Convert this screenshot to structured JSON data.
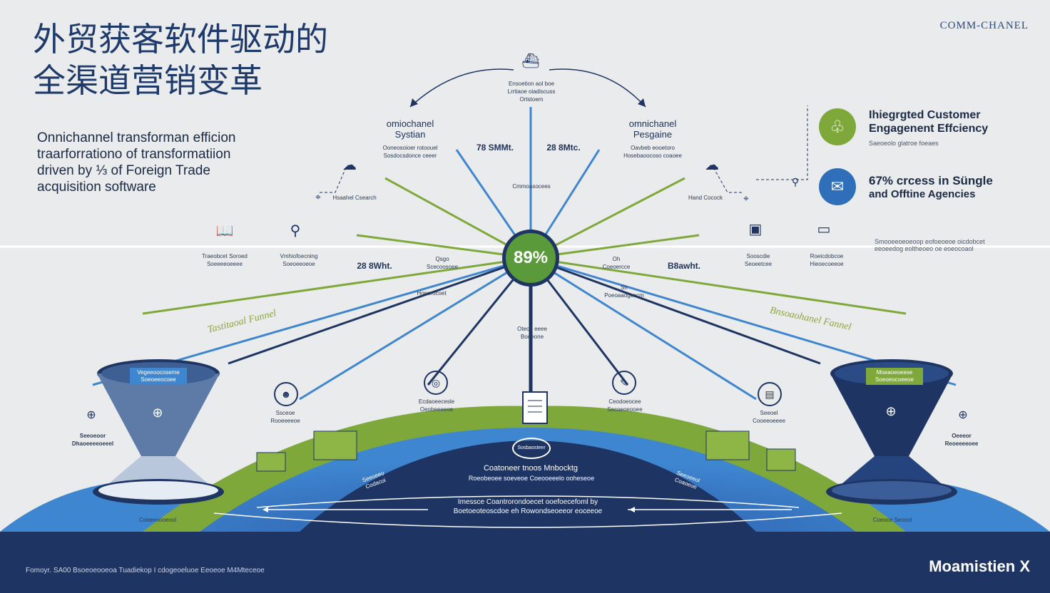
{
  "header": {
    "title_line1": "外贸获客软件驱动的",
    "title_line2": "全渠道营销变革",
    "brand_top": "COMM-CHANEL"
  },
  "subtitle": {
    "line1": "Onnichannel transforman efficion",
    "line2": "traarforrationo of transformatiion",
    "line3": "driven by ⅓ of Foreign Trade",
    "line4": "acquisition software"
  },
  "center": {
    "hub_value": "89%",
    "top_icon_text": [
      "Ensoetion aol boe",
      "Lrrtiaoe oiadiscuss",
      "Ortstoem"
    ],
    "left_system_title": "omiochanel",
    "left_system_sub": "Systian",
    "left_system_desc": [
      "Ooneosoioer rotoouel",
      "Sosdocsdonce ceeer"
    ],
    "right_system_title": "omnichanel",
    "right_system_sub": "Pesgaine",
    "right_system_desc": [
      "Oavbeb eooetoro",
      "Hosebaoocoso coaoee"
    ],
    "stat_left": "78 SMMt.",
    "stat_right": "28 8Mtc.",
    "mid_label_top": "Cmmoasocees",
    "stat_left2": "28 8Wht.",
    "stat_left2_sub": [
      "Qsgo",
      "Scecoosoee"
    ],
    "stat_right2": "B8awht.",
    "stat_right2_sub": [
      "Oh",
      "Coeoercce"
    ],
    "left_mid_label": "Hoeorocoet",
    "right_mid_label": [
      "Sh",
      "Poeoaaogcocm"
    ],
    "below_hub_label": [
      "Oteon eeee",
      "Booeone"
    ],
    "left_node": "Hsaahel Csearch",
    "right_node": "Hand Cocock",
    "left_icons": [
      {
        "label": [
          "Traeobcet Soroed",
          "Soeeeeoeeee"
        ]
      },
      {
        "label": [
          "Vmhiofoecning",
          "Soeoeeoeoe"
        ]
      }
    ],
    "right_icons": [
      {
        "label": [
          "Sooscdie",
          "Seoeetcee"
        ]
      },
      {
        "label": [
          "Roeicdobcoe",
          "Hieoecoeeoe"
        ]
      }
    ],
    "lower_left": [
      "Ssceoe",
      "Rooeeeeoe"
    ],
    "lower_center_left": [
      "Ecdaoeecesle",
      "Oeobeeeeoe"
    ],
    "lower_center_right": [
      "Ceodoeocee",
      "Secoeoeooee"
    ],
    "lower_right": [
      "Seeoel",
      "Cooeeoeeee"
    ],
    "left_diag": "Tastitaoal Funnel",
    "right_diag": "Bnsoaohanel Fannel",
    "left_funnel_header": [
      "Vegeeoocoseme",
      "Soeoeeocoee"
    ],
    "right_funnel_header": [
      "Moeaoeoeese",
      "Soeoeocoeeoe"
    ],
    "left_funnel_side": [
      "Seeoeoor",
      "Dhaoeeeeoeeel"
    ],
    "right_funnel_side": [
      "Oeeeor",
      "Reoeeeeoee"
    ],
    "left_funnel_base": "Coeeeoooeool",
    "right_funnel_base": "Coeoce Seoool",
    "dome_badge": "Sosbaosteer",
    "dome_title": "Coatoneer tnoos Mnbocktg",
    "dome_sub": "Roeobeoee soeveoe Coeooeeelo ooheseoe",
    "dome_left_tag": [
      "Seeoeeo",
      "Codacoi"
    ],
    "dome_right_tag": [
      "Seeoeeol",
      "Coaoeoe"
    ],
    "dome_bottom_line1": "Imessce Coantrorondoecet ooefoecefoml by",
    "dome_bottom_line2": "Boetoeoteoscdoe eh Rowondseoeeor eoceeoe"
  },
  "right_panel": {
    "item1_title": "Ihiegrgted Customer",
    "item1_title2": "Engagenent Effciency",
    "item1_sub": "Saeoeolo glatroe foeaes",
    "item2_title": "67% crcess in Süngle",
    "item2_title2": "and Offtine Agencies",
    "note_line1": "Smooeeoeoeoop eofoeoeoe oicdobcet",
    "note_line2": "eeoeedog eoltheoeo oe eoeocoaol"
  },
  "footer": {
    "text": "Fomoyr. SA00 Bsoeoeooeoa Tuadiekop I cdogeoeluoe Eeoeoe M4Mteceoe",
    "brand": "Moamistien X"
  },
  "colors": {
    "navy": "#1e3563",
    "green": "#7fa83a",
    "blue": "#3f86d0",
    "background": "#e9ebec"
  }
}
